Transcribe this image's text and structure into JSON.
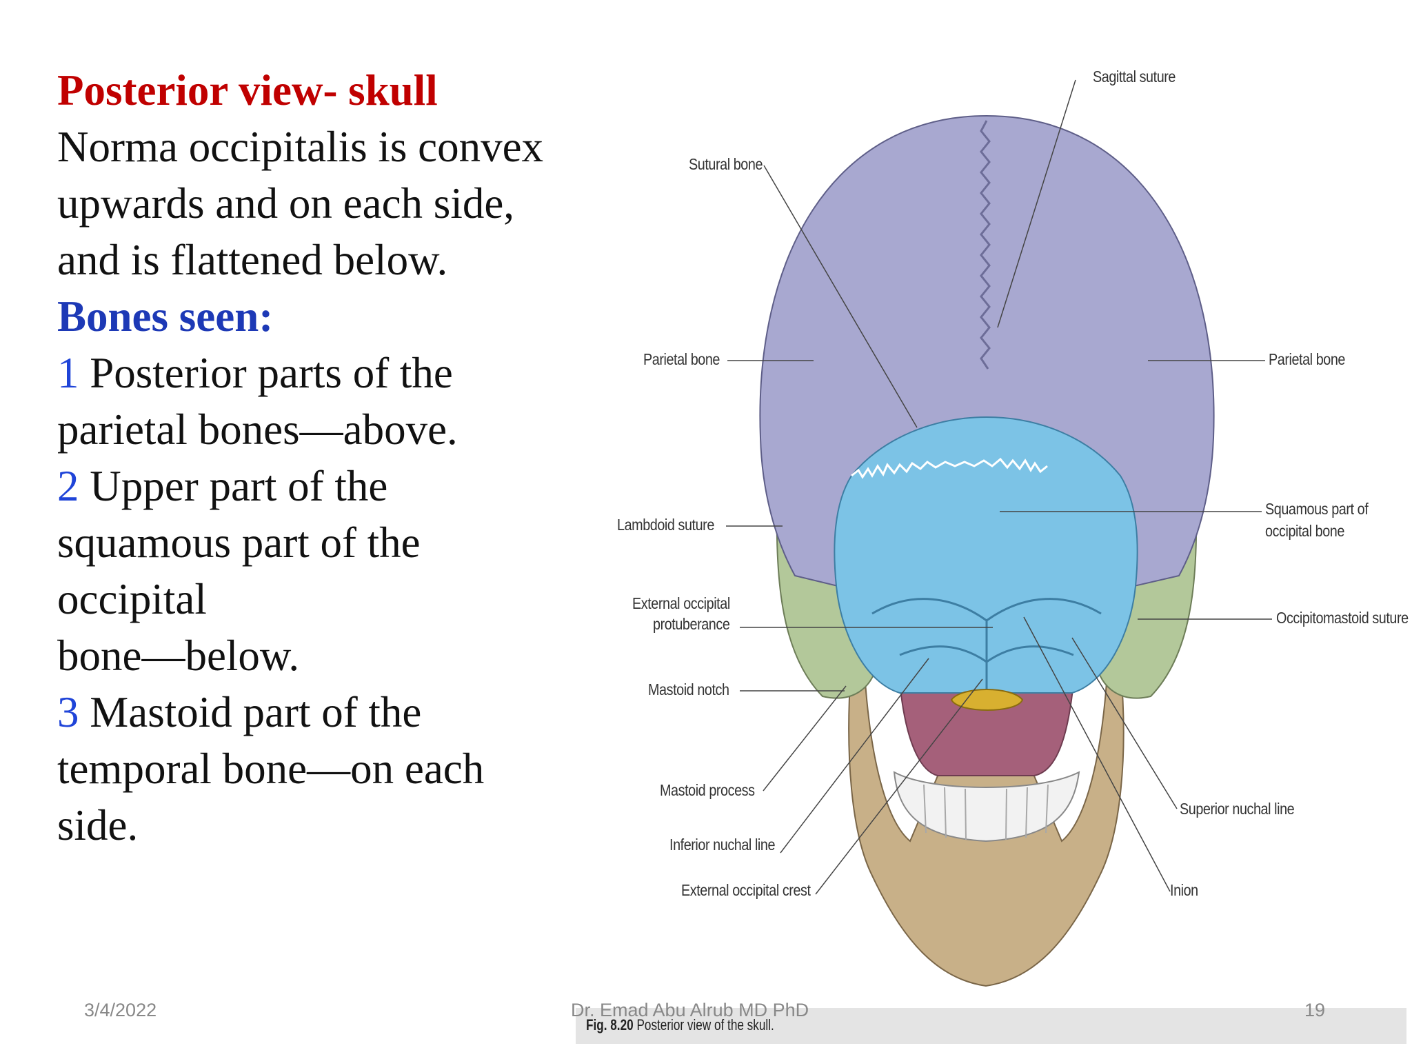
{
  "title": "Posterior view- skull",
  "intro_lines": [
    "Norma occipitalis is convex",
    "upwards and on each side,",
    "and is flattened below."
  ],
  "bones_heading": "Bones seen:",
  "items": [
    {
      "num": "1",
      "first": "Posterior parts of the",
      "rest": [
        "parietal bones—above."
      ]
    },
    {
      "num": "2",
      "first": "Upper part of the",
      "rest": [
        "squamous part of the",
        "occipital",
        "bone—below."
      ]
    },
    {
      "num": "3",
      "first": "Mastoid part of the",
      "rest": [
        "temporal bone—on each",
        "side."
      ]
    }
  ],
  "figure": {
    "labels": {
      "sagittal_suture": "Sagittal suture",
      "sutural_bone": "Sutural bone",
      "parietal_left": "Parietal bone",
      "parietal_right": "Parietal bone",
      "squamous_1": "Squamous part of",
      "squamous_2": "occipital bone",
      "lambdoid_suture": "Lambdoid suture",
      "ext_occ_prot_1": "External occipital",
      "ext_occ_prot_2": "protuberance",
      "occipitomastoid_suture": "Occipitomastoid suture",
      "mastoid_notch": "Mastoid notch",
      "mastoid_process": "Mastoid process",
      "superior_nuchal_line": "Superior nuchal line",
      "inferior_nuchal_line": "Inferior nuchal line",
      "external_occipital_crest": "External occipital crest",
      "inion": "Inion"
    },
    "caption_fig": "Fig. 8.20",
    "caption_text": "Posterior view of the skull.",
    "colors": {
      "parietal": "#a8a8d0",
      "occipital": "#7cc3e6",
      "temporal": "#b3c89a",
      "mandible": "#c8b088",
      "maxilla": "#a5607a",
      "sutural": "#d8b030"
    }
  },
  "footer": {
    "date": "3/4/2022",
    "author": "Dr. Emad Abu Alrub MD PhD",
    "page": "19"
  }
}
